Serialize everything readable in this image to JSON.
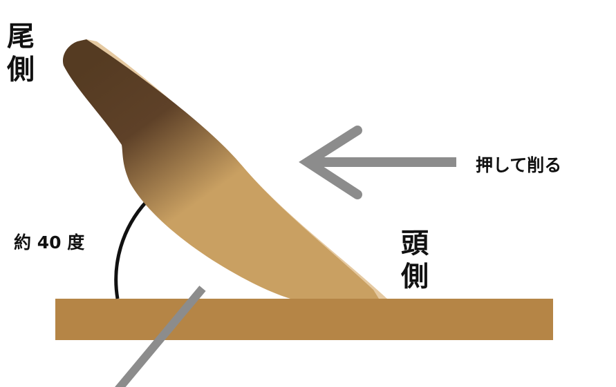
{
  "labels": {
    "tail_side": [
      "尾",
      "側"
    ],
    "head_side": [
      "頭",
      "側"
    ],
    "angle": "約 40 度",
    "push_direction": "押して削る"
  },
  "colors": {
    "workpiece": "#b58546",
    "tool_light": "#c9a062",
    "tool_dark": "#553b22",
    "tool_bevel": "#e5c9a1",
    "arrow": "#8c8c8c",
    "arc": "#111111"
  },
  "icons": {
    "push_arrow": "left-arrow-icon"
  }
}
